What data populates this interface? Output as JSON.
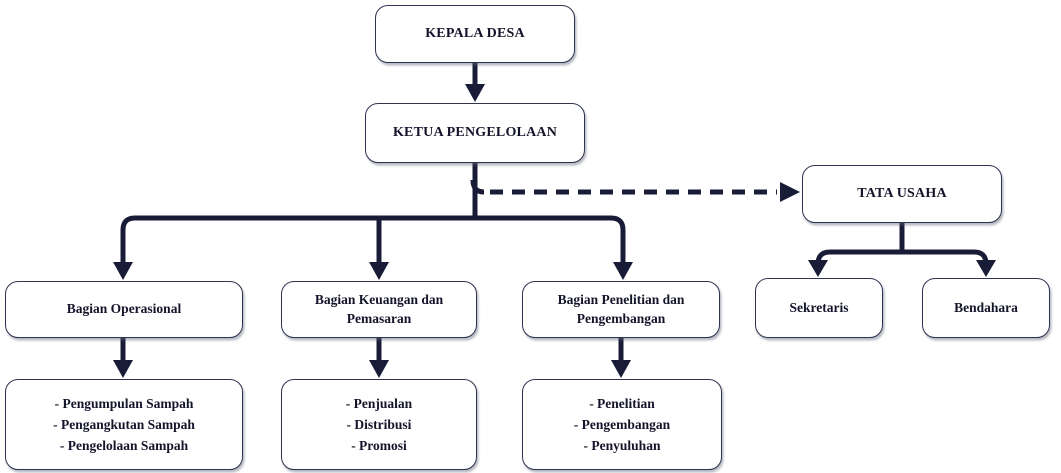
{
  "diagram": {
    "type": "org-chart",
    "nodes": {
      "kepala_desa": {
        "label": "KEPALA DESA"
      },
      "ketua_pengelolaan": {
        "label": "KETUA PENGELOLAAN"
      },
      "tata_usaha": {
        "label": "TATA USAHA"
      },
      "bagian_operasional": {
        "label": "Bagian Operasional"
      },
      "bagian_keuangan": {
        "label": "Bagian Keuangan dan Pemasaran"
      },
      "bagian_penelitian": {
        "label": "Bagian Penelitian dan Pengembangan"
      },
      "sekretaris": {
        "label": "Sekretaris"
      },
      "bendahara": {
        "label": "Bendahara"
      },
      "tugas_operasional": {
        "items": [
          "- Pengumpulan Sampah",
          "- Pengangkutan Sampah",
          "- Pengelolaan Sampah"
        ]
      },
      "tugas_keuangan": {
        "items": [
          "- Penjualan",
          "- Distribusi",
          "- Promosi"
        ]
      },
      "tugas_penelitian": {
        "items": [
          "- Penelitian",
          "- Pengembangan",
          "- Penyuluhan"
        ]
      }
    },
    "edges": [
      {
        "from": "kepala_desa",
        "to": "ketua_pengelolaan",
        "style": "solid-arrow"
      },
      {
        "from": "ketua_pengelolaan",
        "to": "bagian_operasional",
        "style": "solid-arrow"
      },
      {
        "from": "ketua_pengelolaan",
        "to": "bagian_keuangan",
        "style": "solid-arrow"
      },
      {
        "from": "ketua_pengelolaan",
        "to": "bagian_penelitian",
        "style": "solid-arrow"
      },
      {
        "from": "ketua_pengelolaan",
        "to": "tata_usaha",
        "style": "dashed-arrow"
      },
      {
        "from": "tata_usaha",
        "to": "sekretaris",
        "style": "solid-arrow"
      },
      {
        "from": "tata_usaha",
        "to": "bendahara",
        "style": "solid-arrow"
      },
      {
        "from": "bagian_operasional",
        "to": "tugas_operasional",
        "style": "solid-arrow"
      },
      {
        "from": "bagian_keuangan",
        "to": "tugas_keuangan",
        "style": "solid-arrow"
      },
      {
        "from": "bagian_penelitian",
        "to": "tugas_penelitian",
        "style": "solid-arrow"
      }
    ],
    "colors": {
      "connector": "#181c37",
      "box_border": "#2e3350",
      "box_background": "#ffffff",
      "text": "#14142b",
      "page_background": "#ffffff"
    }
  }
}
